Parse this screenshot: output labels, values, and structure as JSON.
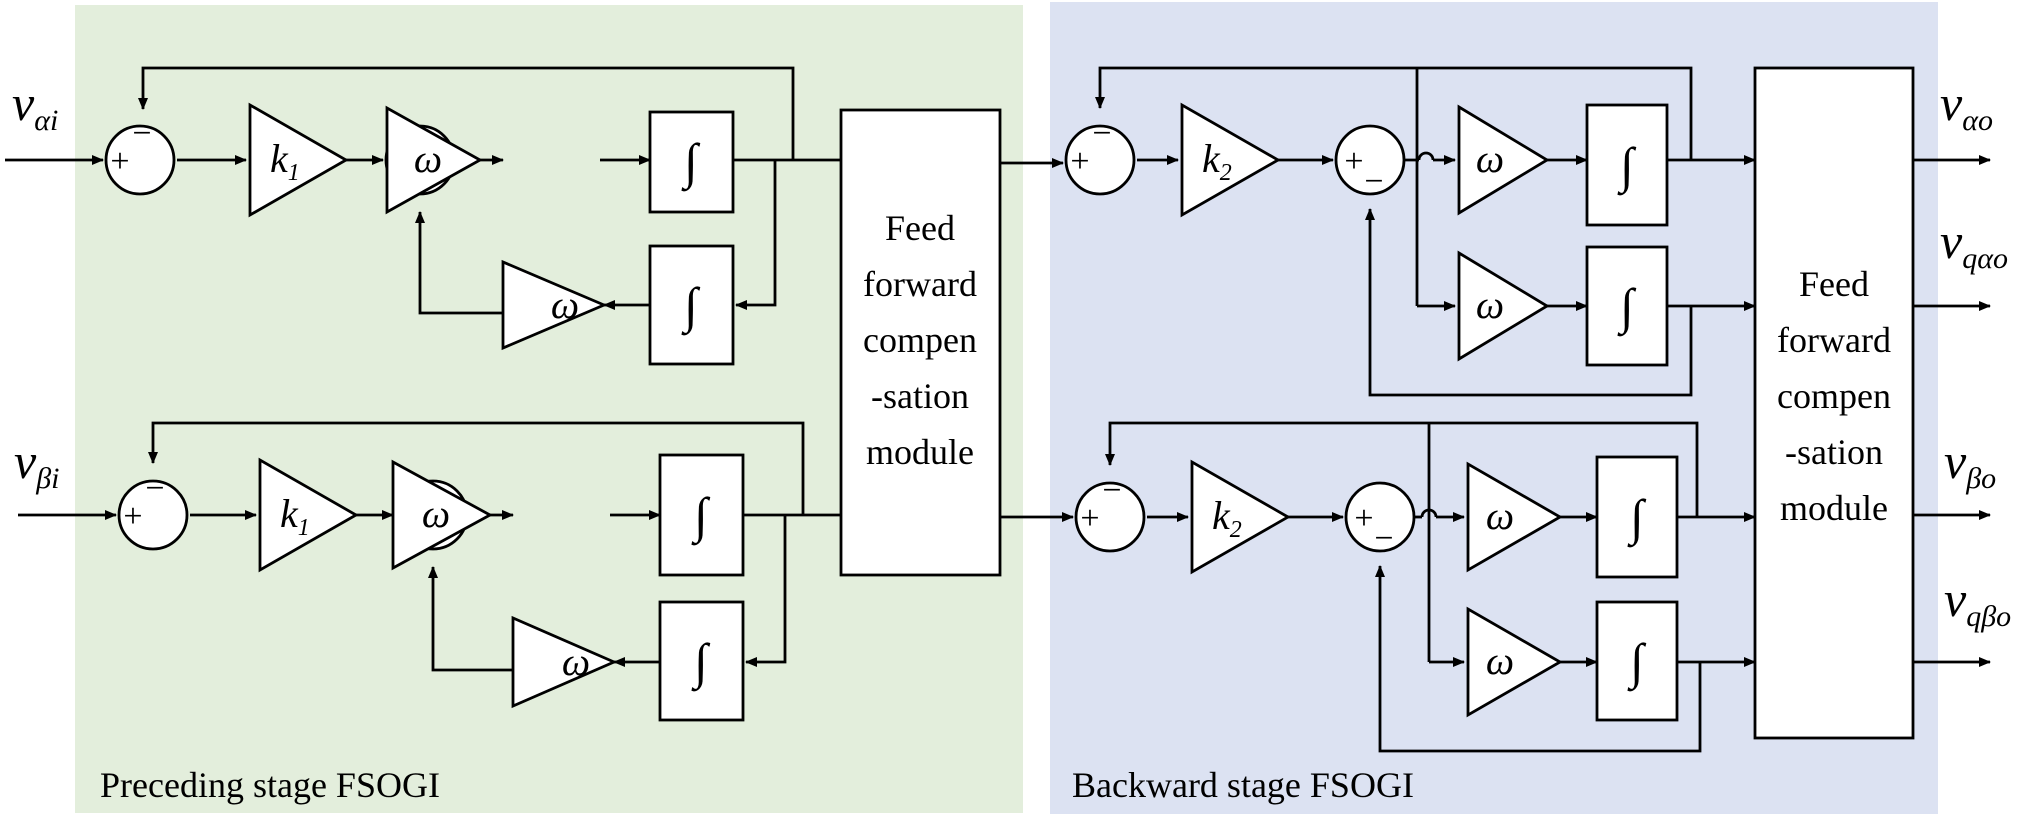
{
  "stages": {
    "preceding": {
      "label": "Preceding stage FSOGI",
      "color": "#e3eedc"
    },
    "backward": {
      "label": "Backward stage FSOGI",
      "color": "#dce2f2"
    }
  },
  "ffc_module": {
    "lines": [
      "Feed",
      "forward",
      "compen",
      "-sation",
      "module"
    ]
  },
  "symbols": {
    "omega": "ω",
    "integral": "∫",
    "k": "k",
    "plus": "+",
    "minus": "−"
  },
  "gains": {
    "preceding": {
      "sub": "1"
    },
    "backward": {
      "sub": "2"
    }
  },
  "inputs": {
    "v_alpha_i": {
      "base": "v",
      "sub": "αi"
    },
    "v_beta_i": {
      "base": "v",
      "sub": "βi"
    }
  },
  "outputs": {
    "v_alpha_o": {
      "base": "v",
      "sub": "αo"
    },
    "v_q_alpha_o": {
      "base": "v",
      "sub": "qαo"
    },
    "v_beta_o": {
      "base": "v",
      "sub": "βo"
    },
    "v_q_beta_o": {
      "base": "v",
      "sub": "qβo"
    }
  }
}
